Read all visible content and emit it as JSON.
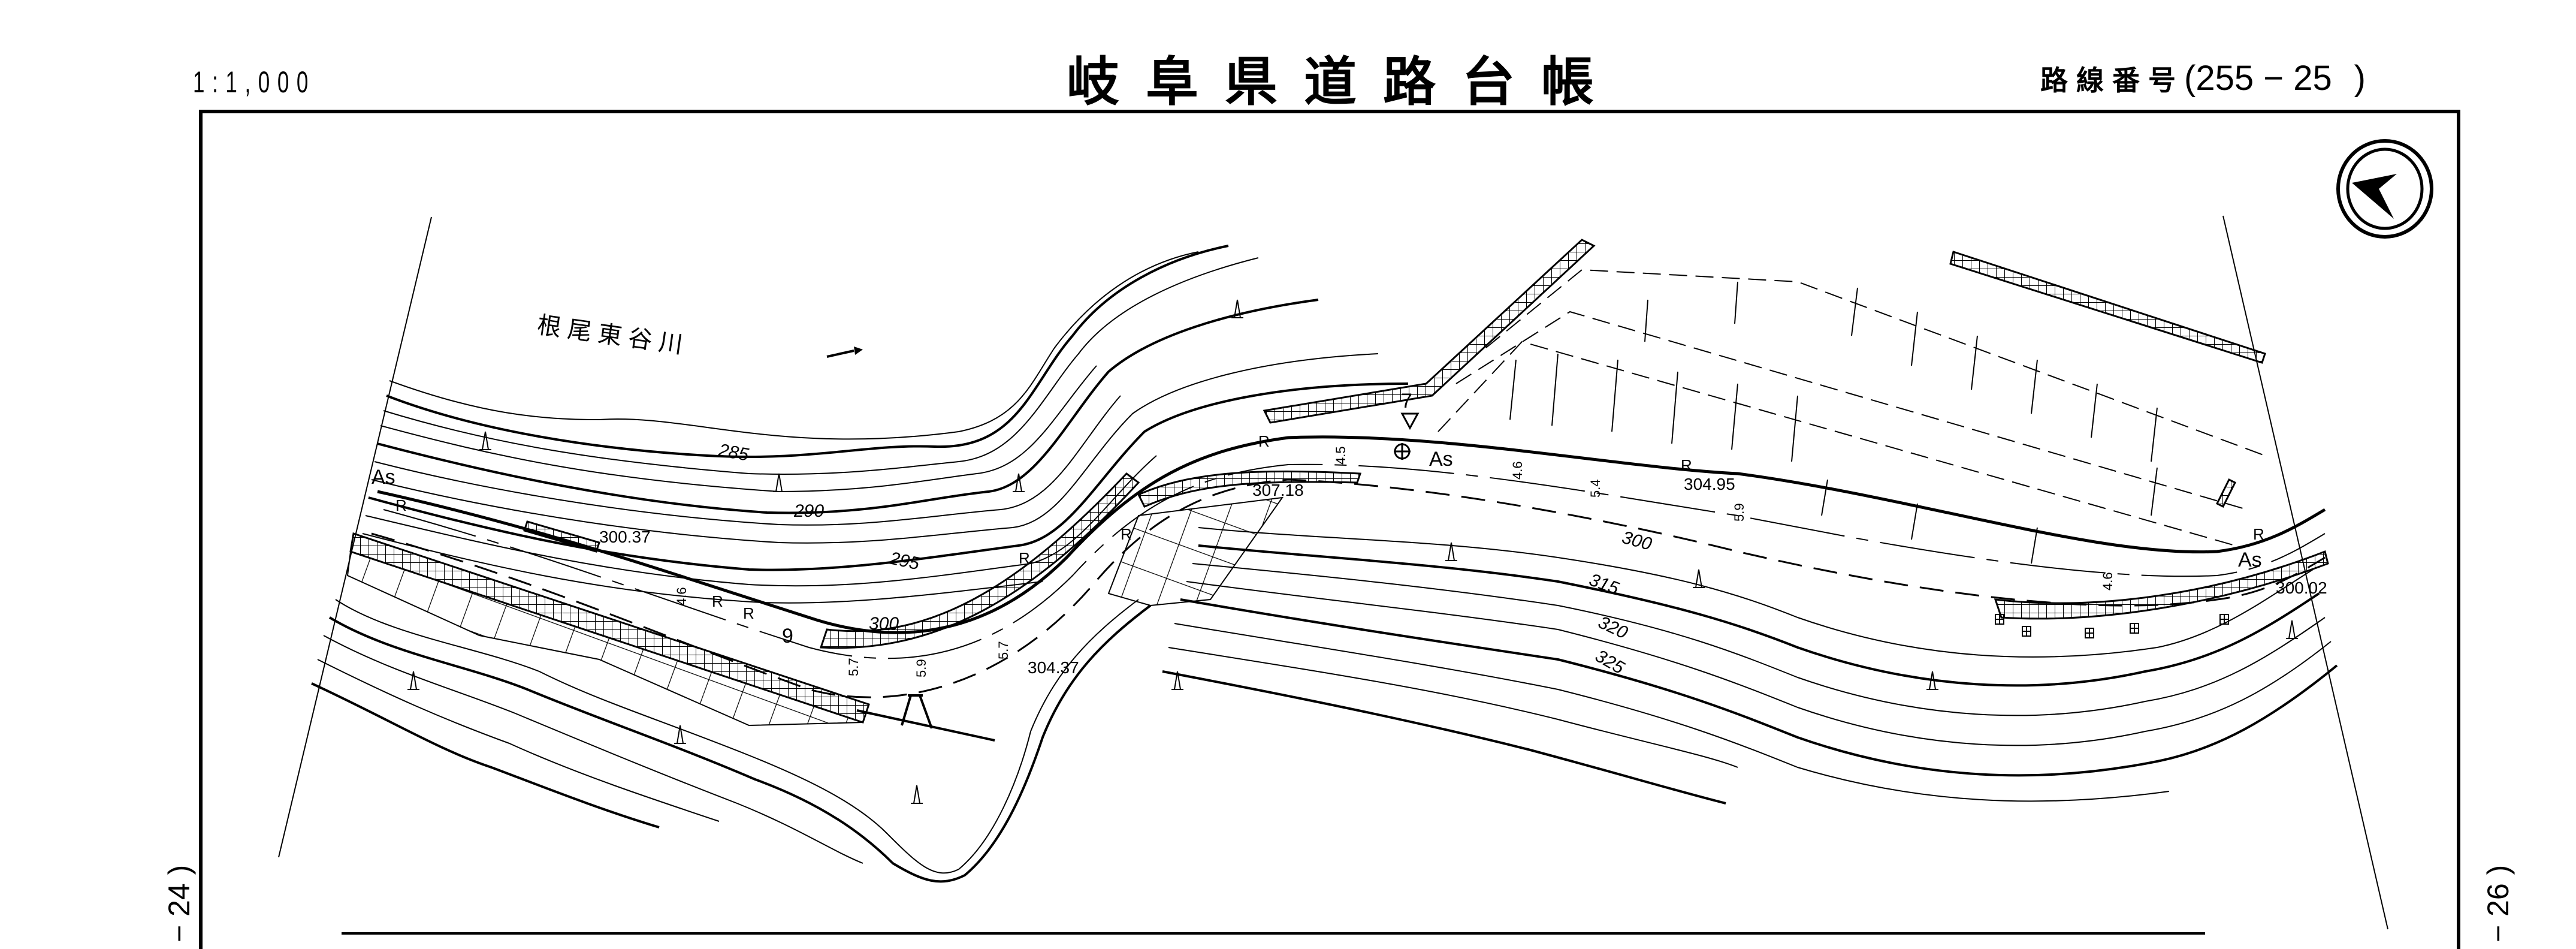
{
  "header": {
    "scale": "1:1,000",
    "title": "岐阜県道路台帳",
    "route_label": "路線番号",
    "route_open": "(",
    "route_number": "255 − 25",
    "route_close": ")"
  },
  "sheet_refs": {
    "previous": "− 24 )",
    "next": "− 26 )"
  },
  "map": {
    "river_name": "根 尾 東 谷 川",
    "river_flow_icon": "arrow-right-icon",
    "north_arrow_icon": "north-arrow-icon",
    "contour_labels": [
      "285",
      "290",
      "295",
      "300",
      "300",
      "315",
      "320",
      "325"
    ],
    "elevations": [
      "300.37",
      "307.18",
      "304.37",
      "304.95",
      "300.02"
    ],
    "surface_labels": [
      "As",
      "As",
      "As"
    ],
    "r_labels": [
      "R",
      "R",
      "R",
      "R",
      "R",
      "R",
      "R",
      "R"
    ],
    "width_marks": [
      "4.6",
      "5.7",
      "5.9",
      "5.7",
      "4.5",
      "4.6",
      "5.4",
      "5.9",
      "4.6"
    ],
    "station_labels": [
      "9",
      "7"
    ],
    "symbols": {
      "benchmark": "benchmark-icon",
      "survey_point": "triangle-marker-icon",
      "tree": "tree-symbol-icon",
      "building": "building-symbol-icon"
    }
  }
}
